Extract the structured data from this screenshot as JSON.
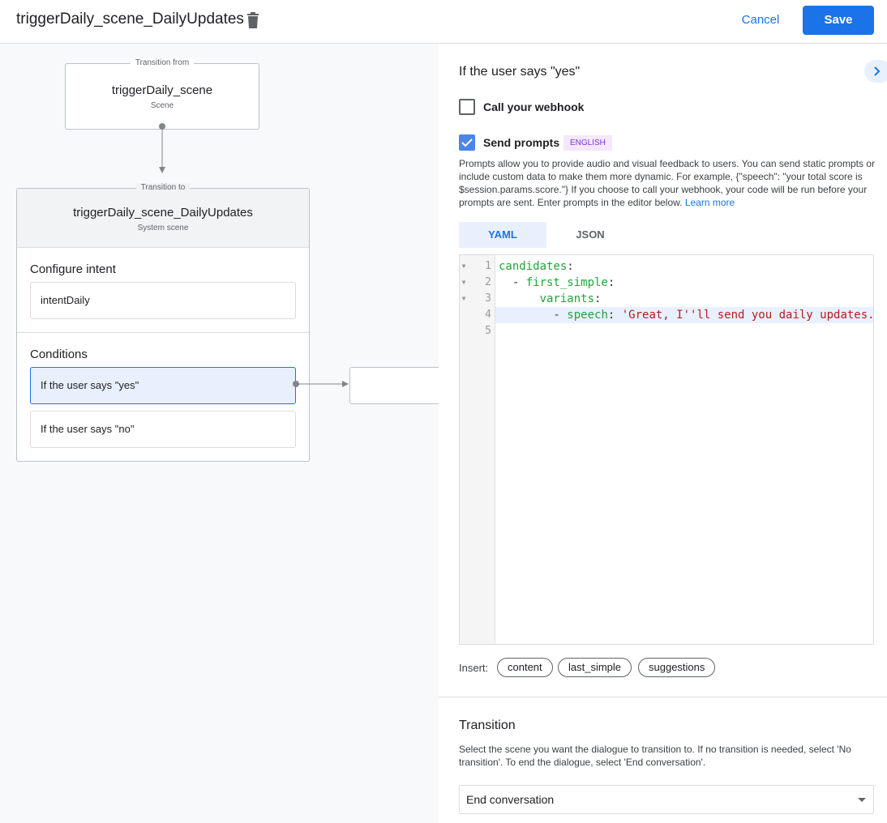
{
  "header": {
    "title": "triggerDaily_scene_DailyUpdates",
    "cancel_label": "Cancel",
    "save_label": "Save"
  },
  "canvas": {
    "from_node": {
      "tag": "Transition from",
      "title": "triggerDaily_scene",
      "subtitle": "Scene"
    },
    "to_node": {
      "tag": "Transition to",
      "title": "triggerDaily_scene_DailyUpdates",
      "subtitle": "System scene",
      "configure_intent_label": "Configure intent",
      "intent": "intentDaily",
      "conditions_label": "Conditions",
      "conditions": [
        {
          "label": "If the user says \"yes\"",
          "selected": true
        },
        {
          "label": "If the user says \"no\"",
          "selected": false
        }
      ]
    }
  },
  "panel": {
    "heading": "If the user says \"yes\"",
    "webhook": {
      "label": "Call your webhook",
      "checked": false
    },
    "prompts": {
      "label": "Send prompts",
      "checked": true,
      "badge": "ENGLISH",
      "description": "Prompts allow you to provide audio and visual feedback to users. You can send static prompts or include custom data to make them more dynamic. For example, {\"speech\": \"your total score is $session.params.score.\"} If you choose to call your webhook, your code will be run before your prompts are sent. Enter prompts in the editor below.",
      "learn_more": "Learn more"
    },
    "tabs": [
      {
        "label": "YAML",
        "active": true
      },
      {
        "label": "JSON",
        "active": false
      }
    ],
    "editor": {
      "line_numbers": [
        "1",
        "2",
        "3",
        "4",
        "5"
      ],
      "lines": [
        [
          {
            "t": "candidates",
            "c": "key"
          },
          {
            "t": ":",
            "c": "p"
          }
        ],
        [
          {
            "t": "  - ",
            "c": "p"
          },
          {
            "t": "first_simple",
            "c": "key"
          },
          {
            "t": ":",
            "c": "p"
          }
        ],
        [
          {
            "t": "      ",
            "c": "p"
          },
          {
            "t": "variants",
            "c": "key"
          },
          {
            "t": ":",
            "c": "p"
          }
        ],
        [
          {
            "t": "        - ",
            "c": "p"
          },
          {
            "t": "speech",
            "c": "key"
          },
          {
            "t": ": ",
            "c": "p"
          },
          {
            "t": "'Great, I''ll send you daily updates.",
            "c": "str"
          }
        ],
        []
      ]
    },
    "insert": {
      "label": "Insert:",
      "chips": [
        "content",
        "last_simple",
        "suggestions"
      ]
    },
    "transition": {
      "heading": "Transition",
      "description": "Select the scene you want the dialogue to transition to. If no transition is needed, select 'No transition'. To end the dialogue, select 'End conversation'.",
      "selected": "End conversation"
    }
  },
  "colors": {
    "accent": "#1a73e8",
    "key": "#22a33a",
    "string": "#b71c1c",
    "badge_bg": "#f3e8fd",
    "badge_text": "#8430ce"
  }
}
